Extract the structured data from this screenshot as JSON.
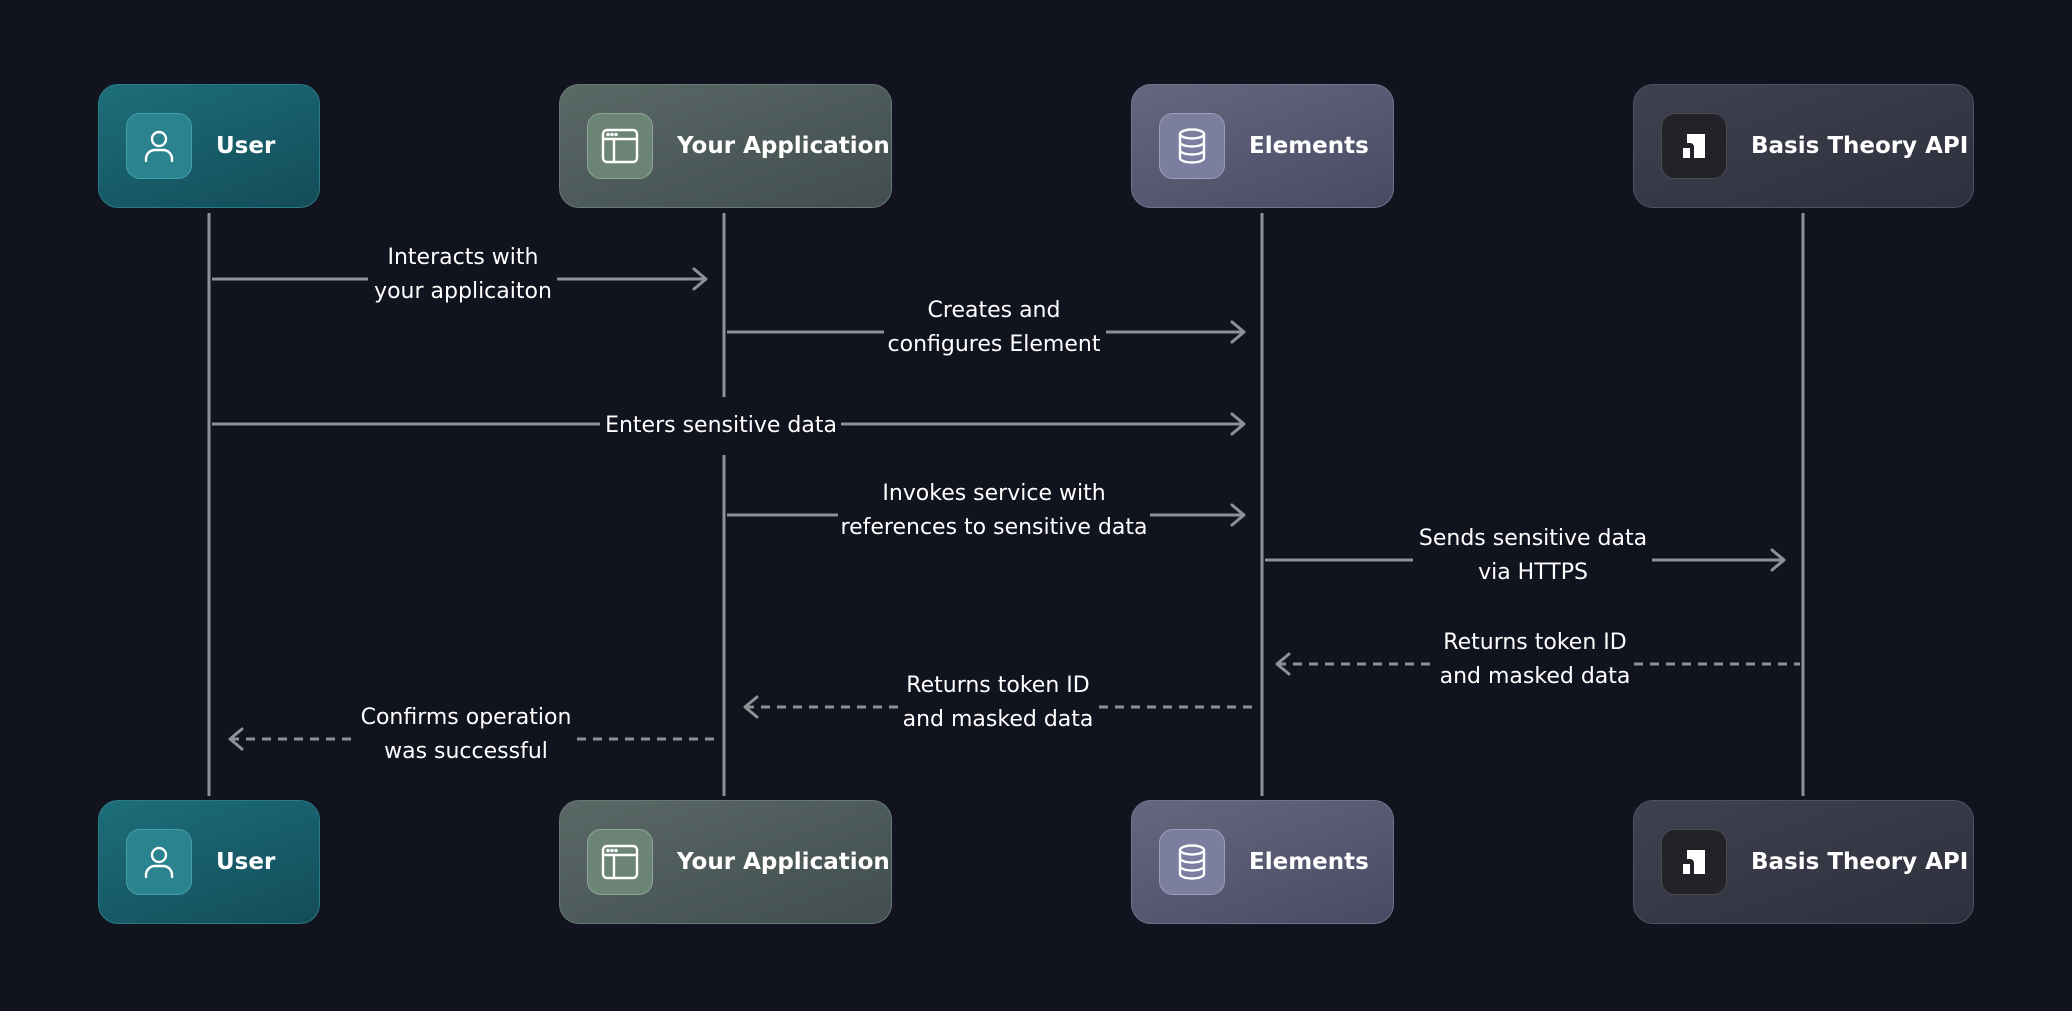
{
  "actors": {
    "user": {
      "label": "User",
      "icon": "user-icon",
      "accent": "#1d6e7a"
    },
    "app": {
      "label": "Your Application",
      "icon": "browser-window-icon",
      "accent": "#5a6866"
    },
    "elements": {
      "label": "Elements",
      "icon": "database-icon",
      "accent": "#66667f"
    },
    "api": {
      "label": "Basis Theory API",
      "icon": "basis-theory-logo-icon",
      "accent": "#3f4150"
    }
  },
  "colors": {
    "background": "#11131f",
    "lifeline": "#8f9196",
    "text": "#ffffff"
  },
  "messages": [
    {
      "from": "user",
      "to": "app",
      "style": "solid",
      "lines": [
        "Interacts with",
        "your applicaiton"
      ]
    },
    {
      "from": "app",
      "to": "elements",
      "style": "solid",
      "lines": [
        "Creates and",
        "configures Element"
      ]
    },
    {
      "from": "user",
      "to": "elements",
      "style": "solid",
      "lines": [
        "Enters sensitive data"
      ]
    },
    {
      "from": "app",
      "to": "elements",
      "style": "solid",
      "lines": [
        "Invokes service with",
        "references to sensitive data"
      ]
    },
    {
      "from": "elements",
      "to": "api",
      "style": "solid",
      "lines": [
        "Sends sensitive data",
        "via HTTPS"
      ]
    },
    {
      "from": "api",
      "to": "elements",
      "style": "dashed",
      "lines": [
        "Returns token ID",
        "and masked data"
      ]
    },
    {
      "from": "elements",
      "to": "app",
      "style": "dashed",
      "lines": [
        "Returns token ID",
        "and masked data"
      ]
    },
    {
      "from": "app",
      "to": "user",
      "style": "dashed",
      "lines": [
        "Confirms operation",
        "was successful"
      ]
    }
  ]
}
